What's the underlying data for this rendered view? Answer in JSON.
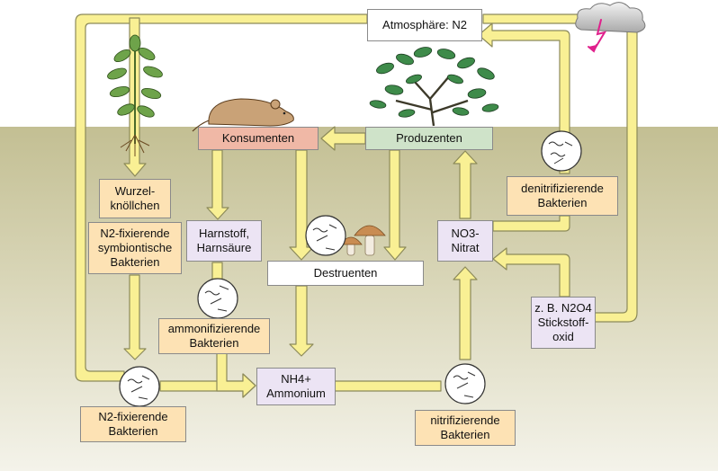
{
  "labels": {
    "atmosphere": "Atmosphäre: N2",
    "konsumenten": "Konsumenten",
    "produzenten": "Produzenten",
    "destruenten": "Destruenten",
    "wurzel_l1": "Wurzel-",
    "wurzel_l2": "knöllchen",
    "symb_l1": "N2-fixierende",
    "symb_l2": "symbiontische",
    "symb_l3": "Bakterien",
    "harnstoff_l1": "Harnstoff,",
    "harnstoff_l2": "Harnsäure",
    "ammonif_l1": "ammonifizierende",
    "ammonif_l2": "Bakterien",
    "nh4_l1": "NH4+",
    "nh4_l2": "Ammonium",
    "n2fix_l1": "N2-fixierende",
    "n2fix_l2": "Bakterien",
    "nitrif_l1": "nitrifizierende",
    "nitrif_l2": "Bakterien",
    "no3_l1": "NO3-",
    "no3_l2": "Nitrat",
    "denitrif_l1": "denitrifizierende",
    "denitrif_l2": "Bakterien",
    "stick_l1": "z. B. N2O4",
    "stick_l2": "Stickstoff-",
    "stick_l3": "oxid"
  },
  "colors": {
    "ground": "#c9c6a0",
    "arrow_fill": "#f9f094",
    "arrow_stroke": "#8c8a5a",
    "box_orange": "#fde2b4",
    "box_purple": "#ece4f4",
    "box_red": "#f0b8a6",
    "box_green": "#cfe3c9",
    "lightning": "#e0208c"
  },
  "icons": [
    "plant-icon",
    "tree-icon",
    "mouse-icon",
    "mushroom-icon",
    "cloud-icon",
    "lightning-icon",
    "bacteria-icon"
  ]
}
